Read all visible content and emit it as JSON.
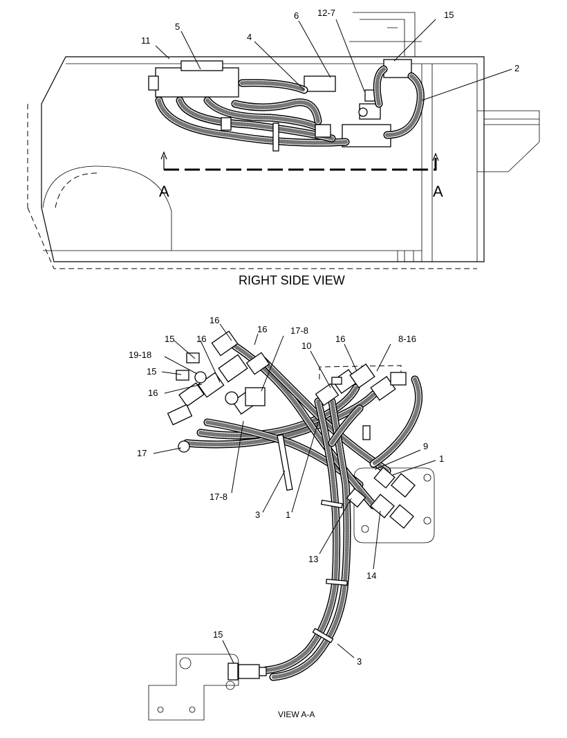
{
  "views": {
    "right_side": {
      "title": "RIGHT SIDE VIEW",
      "section_marks": [
        "A",
        "A"
      ],
      "callouts": [
        "11",
        "5",
        "4",
        "6",
        "12-7",
        "15",
        "2"
      ]
    },
    "view_aa": {
      "title": "VIEW A-A",
      "callouts": [
        "16",
        "16",
        "17-8",
        "15",
        "16",
        "10",
        "16",
        "8-16",
        "19-18",
        "15",
        "16",
        "17",
        "9",
        "1",
        "17-8",
        "3",
        "1",
        "13",
        "14",
        "15",
        "3"
      ]
    }
  }
}
